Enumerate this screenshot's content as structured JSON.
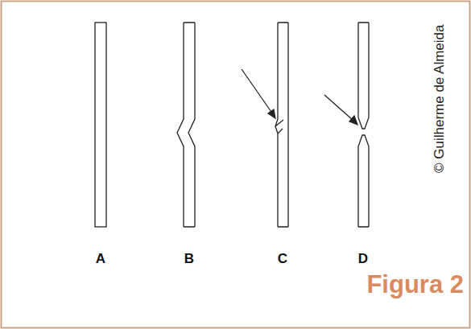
{
  "diagram": {
    "caption": "Figura 2",
    "labels": [
      "A",
      "B",
      "C",
      "D",
      "© Guilherme de Almeida"
    ]
  }
}
